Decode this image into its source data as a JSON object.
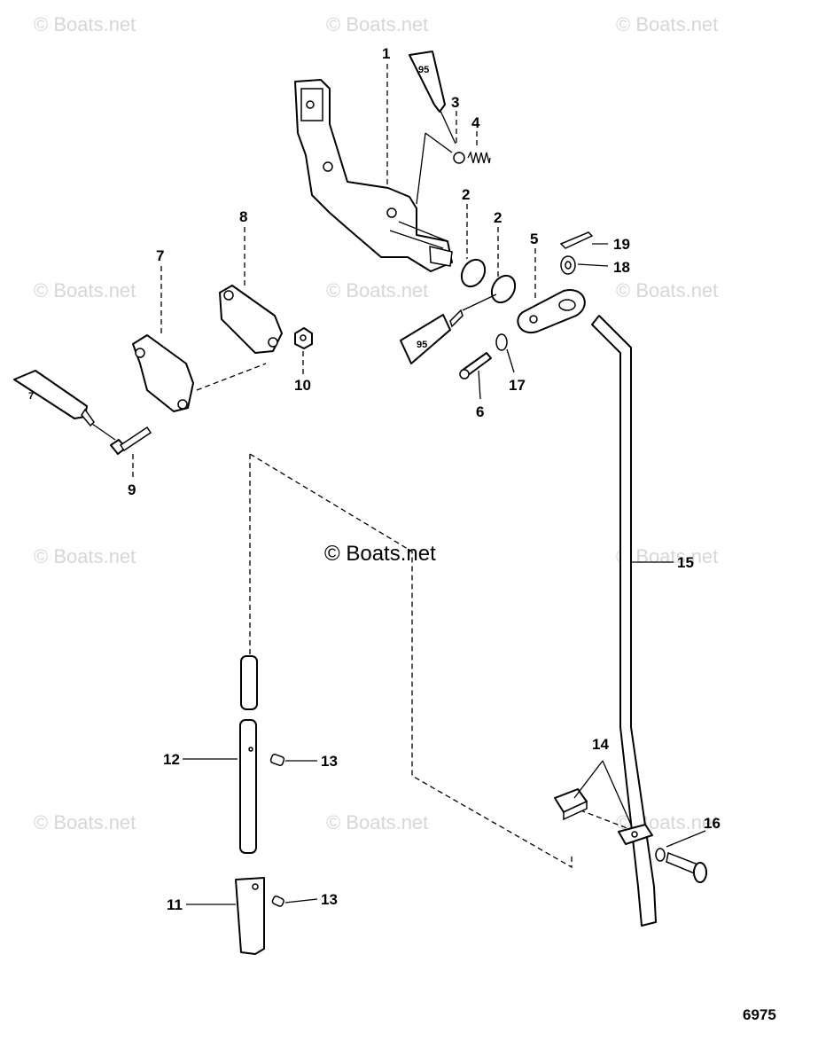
{
  "watermark": {
    "text": "© Boats.net",
    "center_text": "© Boats.net"
  },
  "diagram_number": "6975",
  "tube_labels": {
    "t95_top": "95",
    "t95_mid": "95",
    "t7": "7"
  },
  "callouts": {
    "c1": "1",
    "c2a": "2",
    "c2b": "2",
    "c3": "3",
    "c4": "4",
    "c5": "5",
    "c6": "6",
    "c7": "7",
    "c8": "8",
    "c9": "9",
    "c10": "10",
    "c11": "11",
    "c12": "12",
    "c13a": "13",
    "c13b": "13",
    "c14": "14",
    "c15": "15",
    "c16": "16",
    "c17": "17",
    "c18": "18",
    "c19": "19"
  }
}
